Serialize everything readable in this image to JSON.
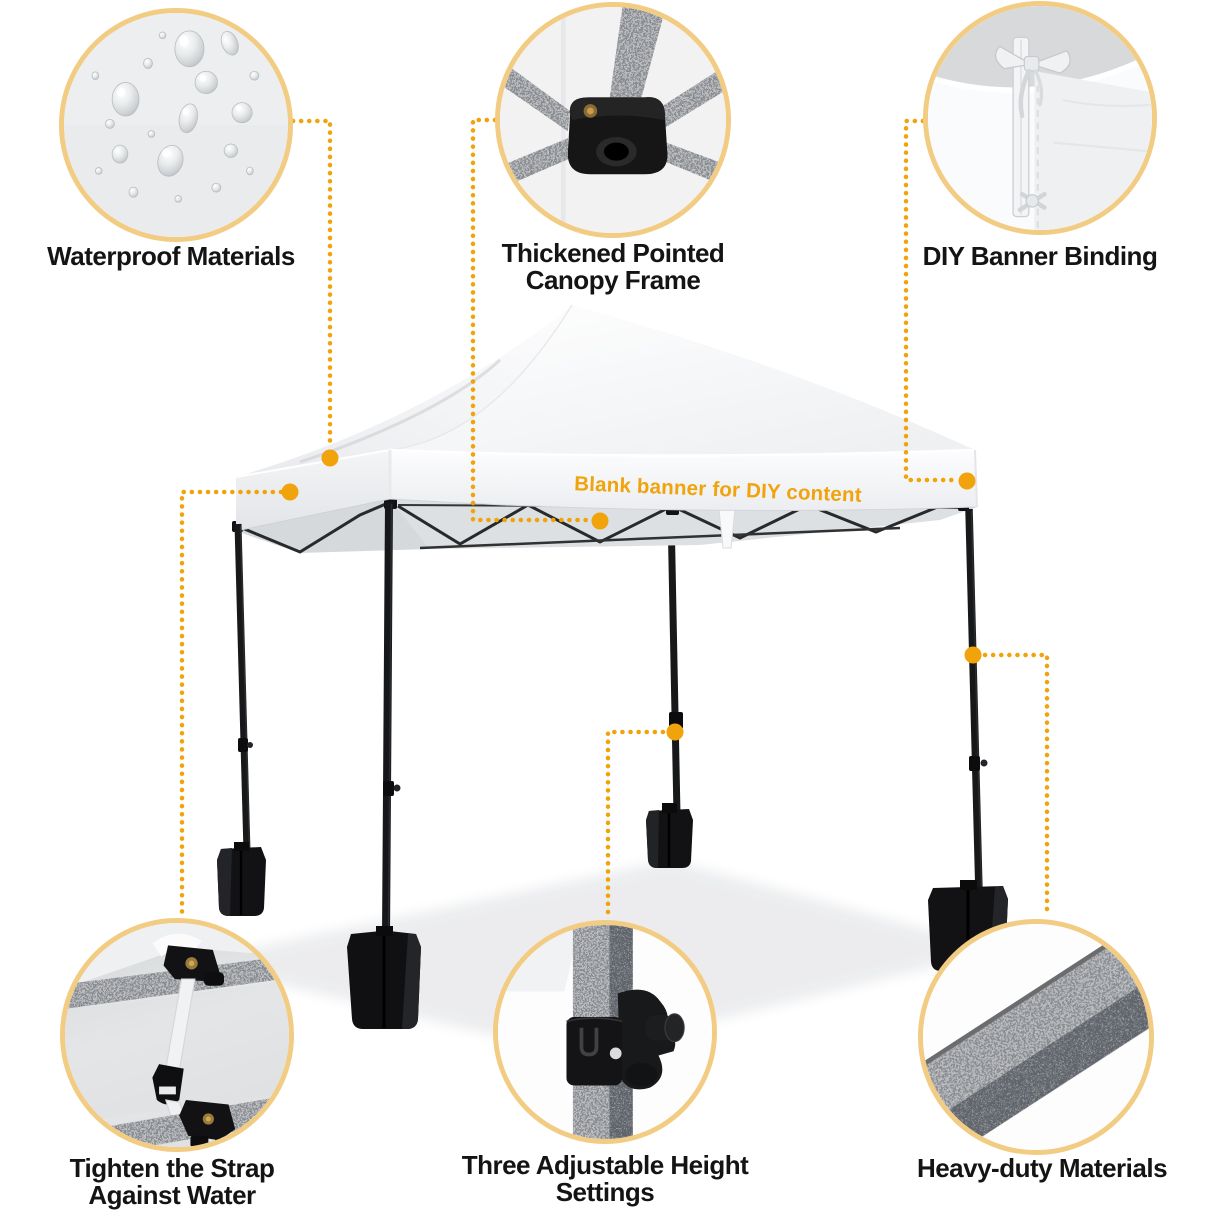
{
  "colors": {
    "accent": "#F0A30B",
    "ring": "#F2CC82",
    "label-color": "#141414"
  },
  "banner": {
    "text": "Blank banner for DIY content"
  },
  "features": [
    {
      "key": "waterproof",
      "line1": "Waterproof Materials",
      "line2": ""
    },
    {
      "key": "canopy-frame",
      "line1": "Thickened Pointed",
      "line2": "Canopy Frame"
    },
    {
      "key": "banner-binding",
      "line1": "DIY Banner Binding",
      "line2": ""
    },
    {
      "key": "strap",
      "line1": "Tighten the Strap",
      "line2": "Against Water"
    },
    {
      "key": "height",
      "line1": "Three Adjustable Height",
      "line2": "Settings"
    },
    {
      "key": "heavy-duty",
      "line1": "Heavy-duty Materials",
      "line2": ""
    }
  ]
}
